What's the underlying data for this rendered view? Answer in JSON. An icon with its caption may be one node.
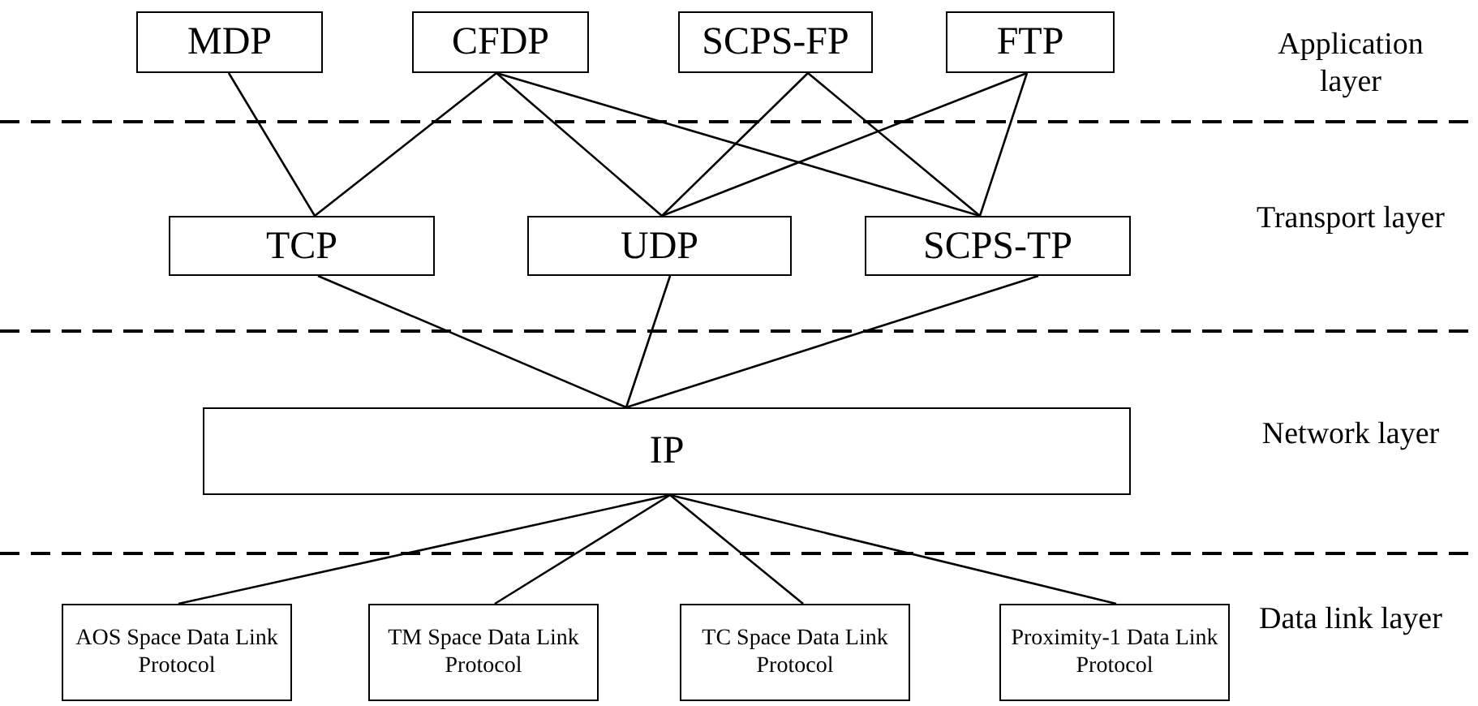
{
  "diagram": {
    "nodes": [
      {
        "text": [
          "MDP"
        ]
      },
      {
        "text": [
          "CFDP"
        ]
      },
      {
        "text": [
          "SCPS-FP"
        ]
      },
      {
        "text": [
          "FTP"
        ]
      },
      {
        "text": [
          "TCP"
        ]
      },
      {
        "text": [
          "UDP"
        ]
      },
      {
        "text": [
          "SCPS-TP"
        ]
      },
      {
        "text": [
          "IP"
        ]
      },
      {
        "text": [
          "AOS Space Data Link Protocol"
        ]
      },
      {
        "text": [
          "TM Space Data Link Protocol"
        ]
      },
      {
        "text": [
          "TC Space Data Link Protocol"
        ]
      },
      {
        "text": [
          "Proximity-1 Data Link Protocol"
        ]
      }
    ],
    "edges": [
      {
        "from": 0,
        "to": 4,
        "arrow": "none"
      },
      {
        "from": 1,
        "to": 4,
        "arrow": "none"
      },
      {
        "from": 1,
        "to": 5,
        "arrow": "none"
      },
      {
        "from": 1,
        "to": 6,
        "arrow": "none"
      },
      {
        "from": 2,
        "to": 5,
        "arrow": "none"
      },
      {
        "from": 2,
        "to": 6,
        "arrow": "none"
      },
      {
        "from": 3,
        "to": 5,
        "arrow": "none"
      },
      {
        "from": 3,
        "to": 6,
        "arrow": "none"
      },
      {
        "from": 4,
        "to": 7,
        "arrow": "none"
      },
      {
        "from": 5,
        "to": 7,
        "arrow": "none"
      },
      {
        "from": 6,
        "to": 7,
        "arrow": "none"
      },
      {
        "from": 7,
        "to": 8,
        "arrow": "none"
      },
      {
        "from": 7,
        "to": 9,
        "arrow": "none"
      },
      {
        "from": 7,
        "to": 10,
        "arrow": "none"
      },
      {
        "from": 7,
        "to": 11,
        "arrow": "none"
      }
    ],
    "labels": [
      "Application layer",
      "Transport layer",
      "Network layer",
      "Data link layer"
    ]
  }
}
